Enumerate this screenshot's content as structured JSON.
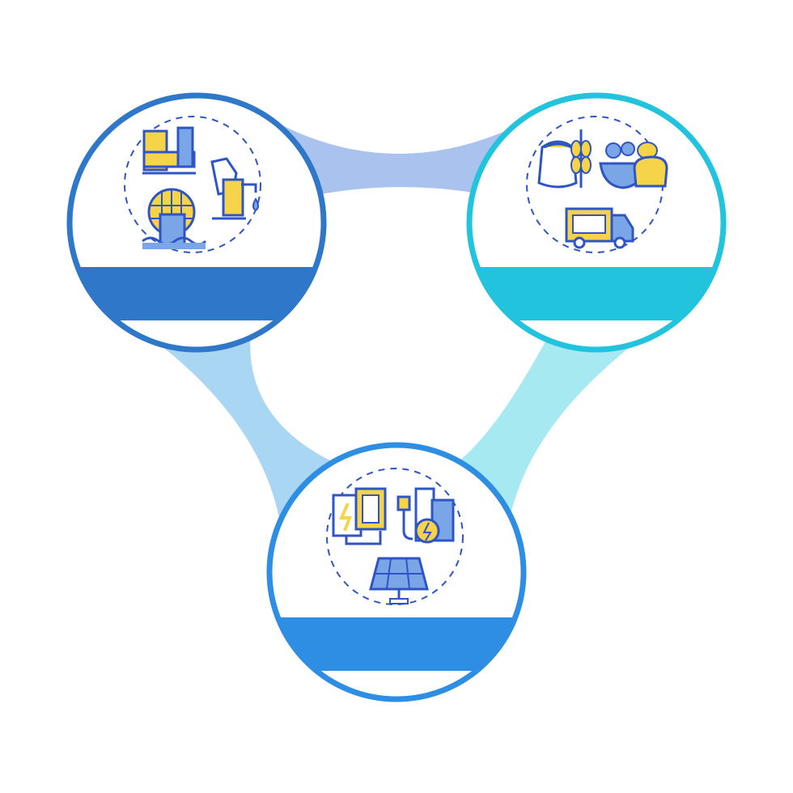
{
  "diagram": {
    "nodes": [
      {
        "id": "water",
        "icon": "water-infrastructure-icon",
        "color": "#2f77c9",
        "caption": ""
      },
      {
        "id": "food",
        "icon": "food-supply-icon",
        "color": "#21c3dd",
        "caption": ""
      },
      {
        "id": "energy",
        "icon": "energy-supply-icon",
        "color": "#2e8ee3",
        "caption": ""
      }
    ],
    "connectors": [
      {
        "from": "water",
        "to": "food",
        "color": "#a9c3ee"
      },
      {
        "from": "water",
        "to": "energy",
        "color": "#a9d6f2"
      },
      {
        "from": "food",
        "to": "energy",
        "color": "#a6e9f0"
      }
    ],
    "icon_colors": {
      "outline": "#2f55c4",
      "accent": "#f5d44a"
    }
  }
}
